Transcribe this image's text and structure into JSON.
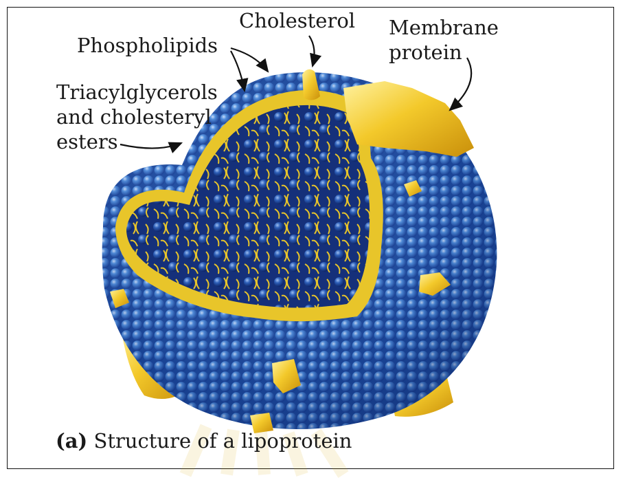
{
  "labels": {
    "cholesterol": "Cholesterol",
    "phospholipids": "Phospholipids",
    "membrane_protein_line1": "Membrane",
    "membrane_protein_line2": "protein",
    "triacyl_line1": "Triacylglycerols",
    "triacyl_line2": "and cholesteryl",
    "triacyl_line3": "esters"
  },
  "caption": {
    "letter": "(a)",
    "text": " Structure of a lipoprotein"
  },
  "colors": {
    "shell_blue": "#2f6fc8",
    "core_navy": "#16307a",
    "lipid_yellow": "#e8c52a",
    "protein_gold": "#e9b91a"
  }
}
